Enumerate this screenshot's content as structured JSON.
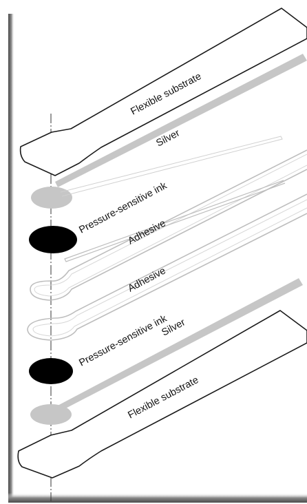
{
  "diagram": {
    "layers": [
      {
        "label": "Flexible substrate"
      },
      {
        "label": "Silver"
      },
      {
        "label": "Pressure-sensitive ink"
      },
      {
        "label": "Adhesive"
      },
      {
        "label": "Adhesive"
      },
      {
        "label": "Pressure-sensitive ink"
      },
      {
        "label": "Silver"
      },
      {
        "label": "Flexible substrate"
      }
    ],
    "colors": {
      "frame_shadow": "#6e6e6e",
      "outline": "#1a1a1a",
      "silver": "#c6c6c6",
      "ink": "#000000",
      "adhesive": "#bdbdbd",
      "label": "#111111"
    }
  }
}
